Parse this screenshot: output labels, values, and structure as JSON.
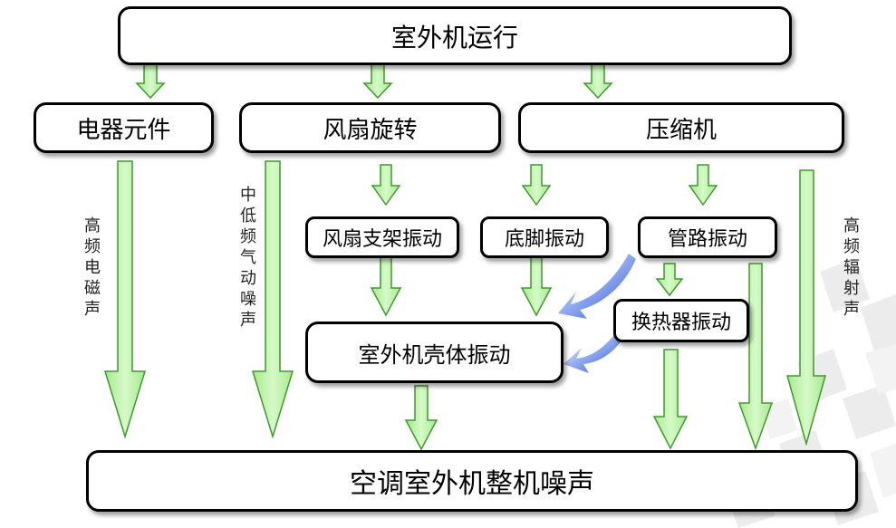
{
  "nodes": {
    "outdoor_run": "室外机运行",
    "electrical": "电器元件",
    "fan_rotation": "风扇旋转",
    "compressor": "压缩机",
    "fan_bracket": "风扇支架振动",
    "foot": "底脚振动",
    "pipe": "管路振动",
    "shell": "室外机壳体振动",
    "heat_exchanger": "换热器振动",
    "overall": "空调室外机整机噪声"
  },
  "labels": {
    "hf_em": "高频电磁声",
    "mid_low_aero": "中低频气动噪声",
    "hf_radiation": "高频辐射声"
  },
  "colors": {
    "arrow_fill": "#b8f0a0",
    "arrow_stroke": "#3f9a2e",
    "curved_arrow": "#3a5ad8",
    "box_border": "#000000"
  }
}
